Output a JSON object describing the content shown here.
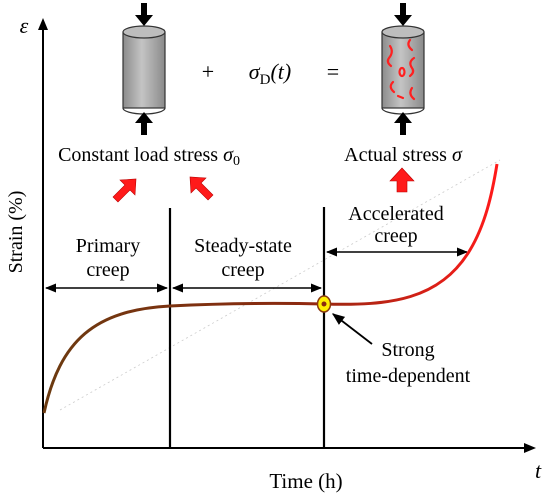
{
  "axes": {
    "y_symbol": "ε",
    "y_label": "Strain (%)",
    "x_label": "Time (h)",
    "x_symbol": "t"
  },
  "stages": {
    "primary_line1": "Primary",
    "primary_line2": "creep",
    "steady_line1": "Steady-state",
    "steady_line2": "creep",
    "accelerated_line1": "Accelerated",
    "accelerated_line2": "creep"
  },
  "callout": {
    "line1": "Strong",
    "line2": "time-dependent"
  },
  "top": {
    "plus": "+",
    "sigma_d": "σ",
    "sigma_d_sub": "D",
    "sigma_d_arg": "(t)",
    "equals": "=",
    "constant_text": "Constant load stress ",
    "constant_sigma": "σ",
    "constant_sub": "0",
    "actual_text": "Actual stress ",
    "actual_sigma": "σ"
  },
  "colors": {
    "curve_start": "#7a3a00",
    "curve_end": "#ff1a1a",
    "accent_arrow": "#ff1a1a",
    "cylinder_gray": "#a9a9a9",
    "damage_crack": "#ff2020",
    "marker_fill": "#ffee00"
  }
}
